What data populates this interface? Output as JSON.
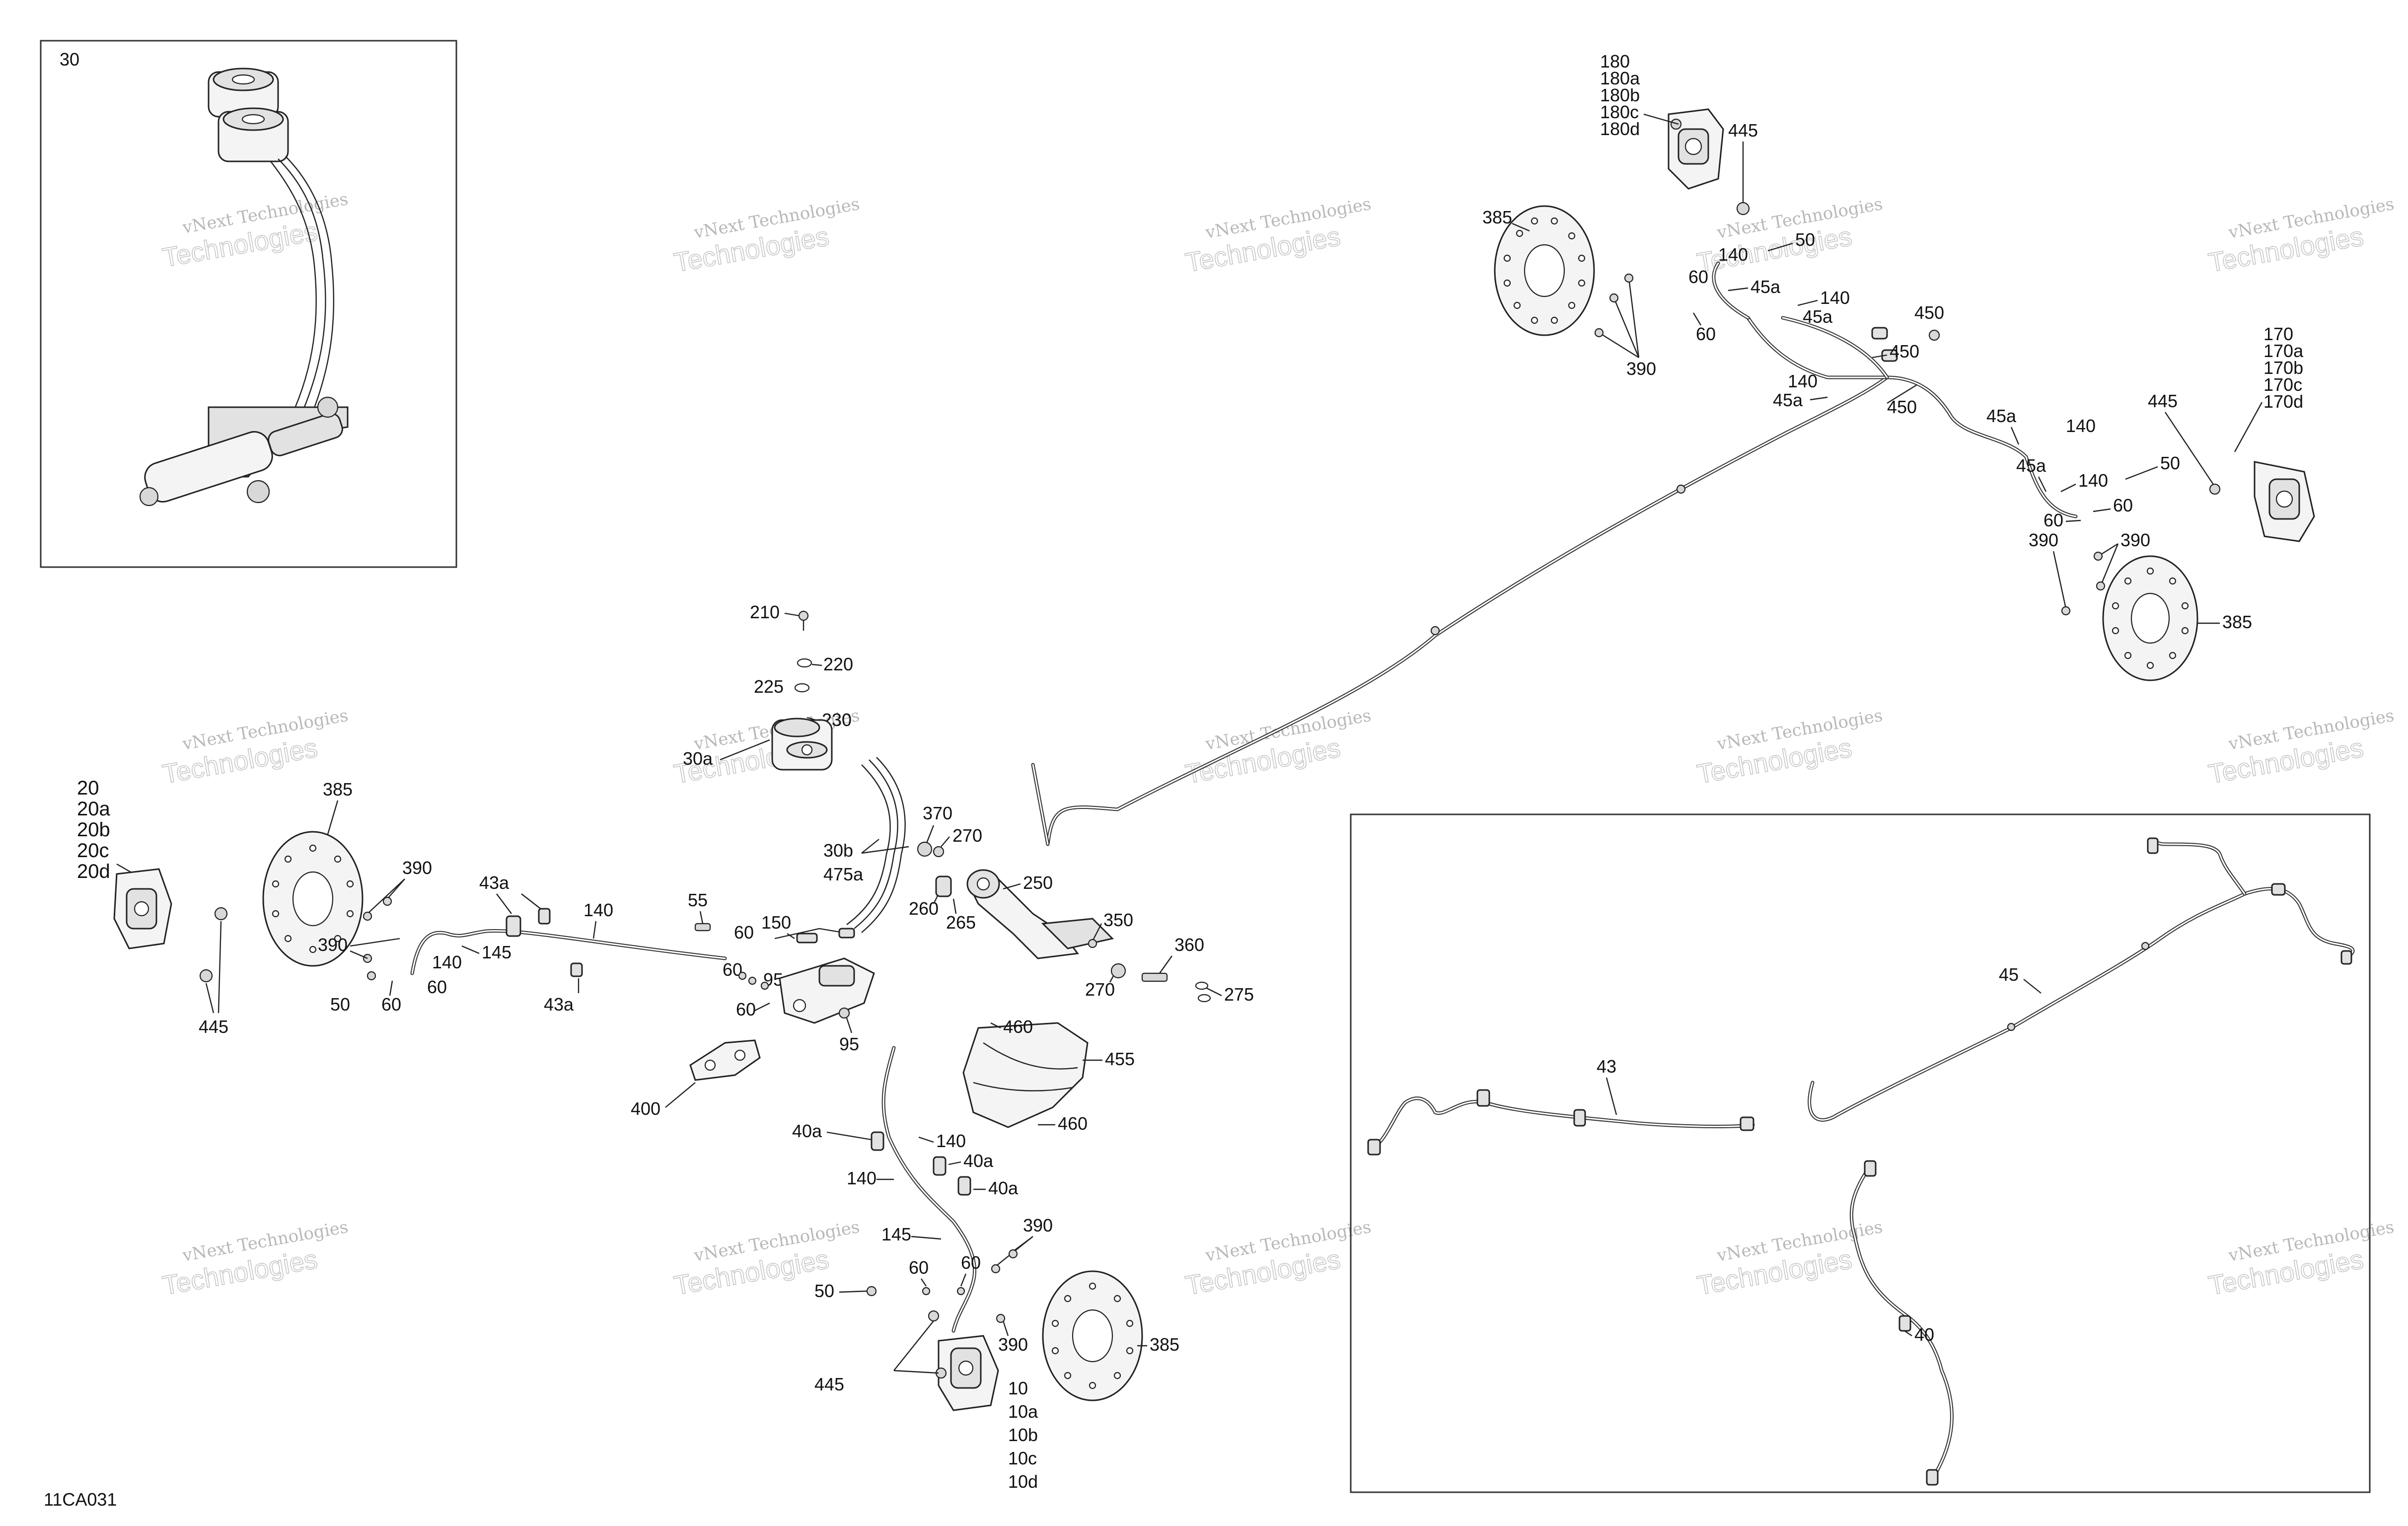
{
  "diagram_code": "11CA031",
  "watermark": {
    "line1": "vNext Technologies",
    "line2": "Technologies"
  },
  "labels": {
    "l30": "30",
    "l180": "180",
    "l180a": "180a",
    "l180b": "180b",
    "l180c": "180c",
    "l180d": "180d",
    "l445_top": "445",
    "l385_top": "385",
    "l140_t1": "140",
    "l50_t1": "50",
    "l60_t1": "60",
    "l45a_t1": "45a",
    "l140_t2": "140",
    "l45a_t2": "45a",
    "l60_t2": "60",
    "l450_1": "450",
    "l450_2": "450",
    "l450_3": "450",
    "l390_top": "390",
    "l140_t3": "140",
    "l45a_t3": "45a",
    "l170": "170",
    "l170a": "170a",
    "l170b": "170b",
    "l170c": "170c",
    "l170d": "170d",
    "l445_r": "445",
    "l45a_r1": "45a",
    "l140_r1": "140",
    "l45a_r2": "45a",
    "l50_r": "50",
    "l140_r2": "140",
    "l60_r1": "60",
    "l60_r2": "60",
    "l390_r1": "390",
    "l390_r2": "390",
    "l385_r": "385",
    "l210": "210",
    "l220": "220",
    "l225": "225",
    "l230": "230",
    "l30a": "30a",
    "l370": "370",
    "l270_1": "270",
    "l30b": "30b",
    "l475a": "475a",
    "l250": "250",
    "l260": "260",
    "l265": "265",
    "l350": "350",
    "l360": "360",
    "l270_2": "270",
    "l275": "275",
    "l20": "20",
    "l20a": "20a",
    "l20b": "20b",
    "l20c": "20c",
    "l20d": "20d",
    "l385_l": "385",
    "l390_l1": "390",
    "l43a_1": "43a",
    "l140_l": "140",
    "l55": "55",
    "l60_l1": "60",
    "l150": "150",
    "l390_l2": "390",
    "l145_l": "145",
    "l140_l2": "140",
    "l60_l2": "60",
    "l50_l": "50",
    "l60_l3": "60",
    "l60_l4": "60",
    "l95_1": "95",
    "l43a_2": "43a",
    "l445_l": "445",
    "l60_l5": "60",
    "l95_2": "95",
    "l400": "400",
    "l460_1": "460",
    "l455": "455",
    "l460_2": "460",
    "l40a_1": "40a",
    "l140_b1": "140",
    "l40a_2": "40a",
    "l140_b2": "140",
    "l40a_3": "40a",
    "l145_b": "145",
    "l390_b1": "390",
    "l60_b1": "60",
    "l60_b2": "60",
    "l50_b": "50",
    "l390_b2": "390",
    "l385_b": "385",
    "l445_b": "445",
    "l10": "10",
    "l10a": "10a",
    "l10b": "10b",
    "l10c": "10c",
    "l10d": "10d",
    "l45": "45",
    "l43": "43",
    "l40": "40"
  }
}
